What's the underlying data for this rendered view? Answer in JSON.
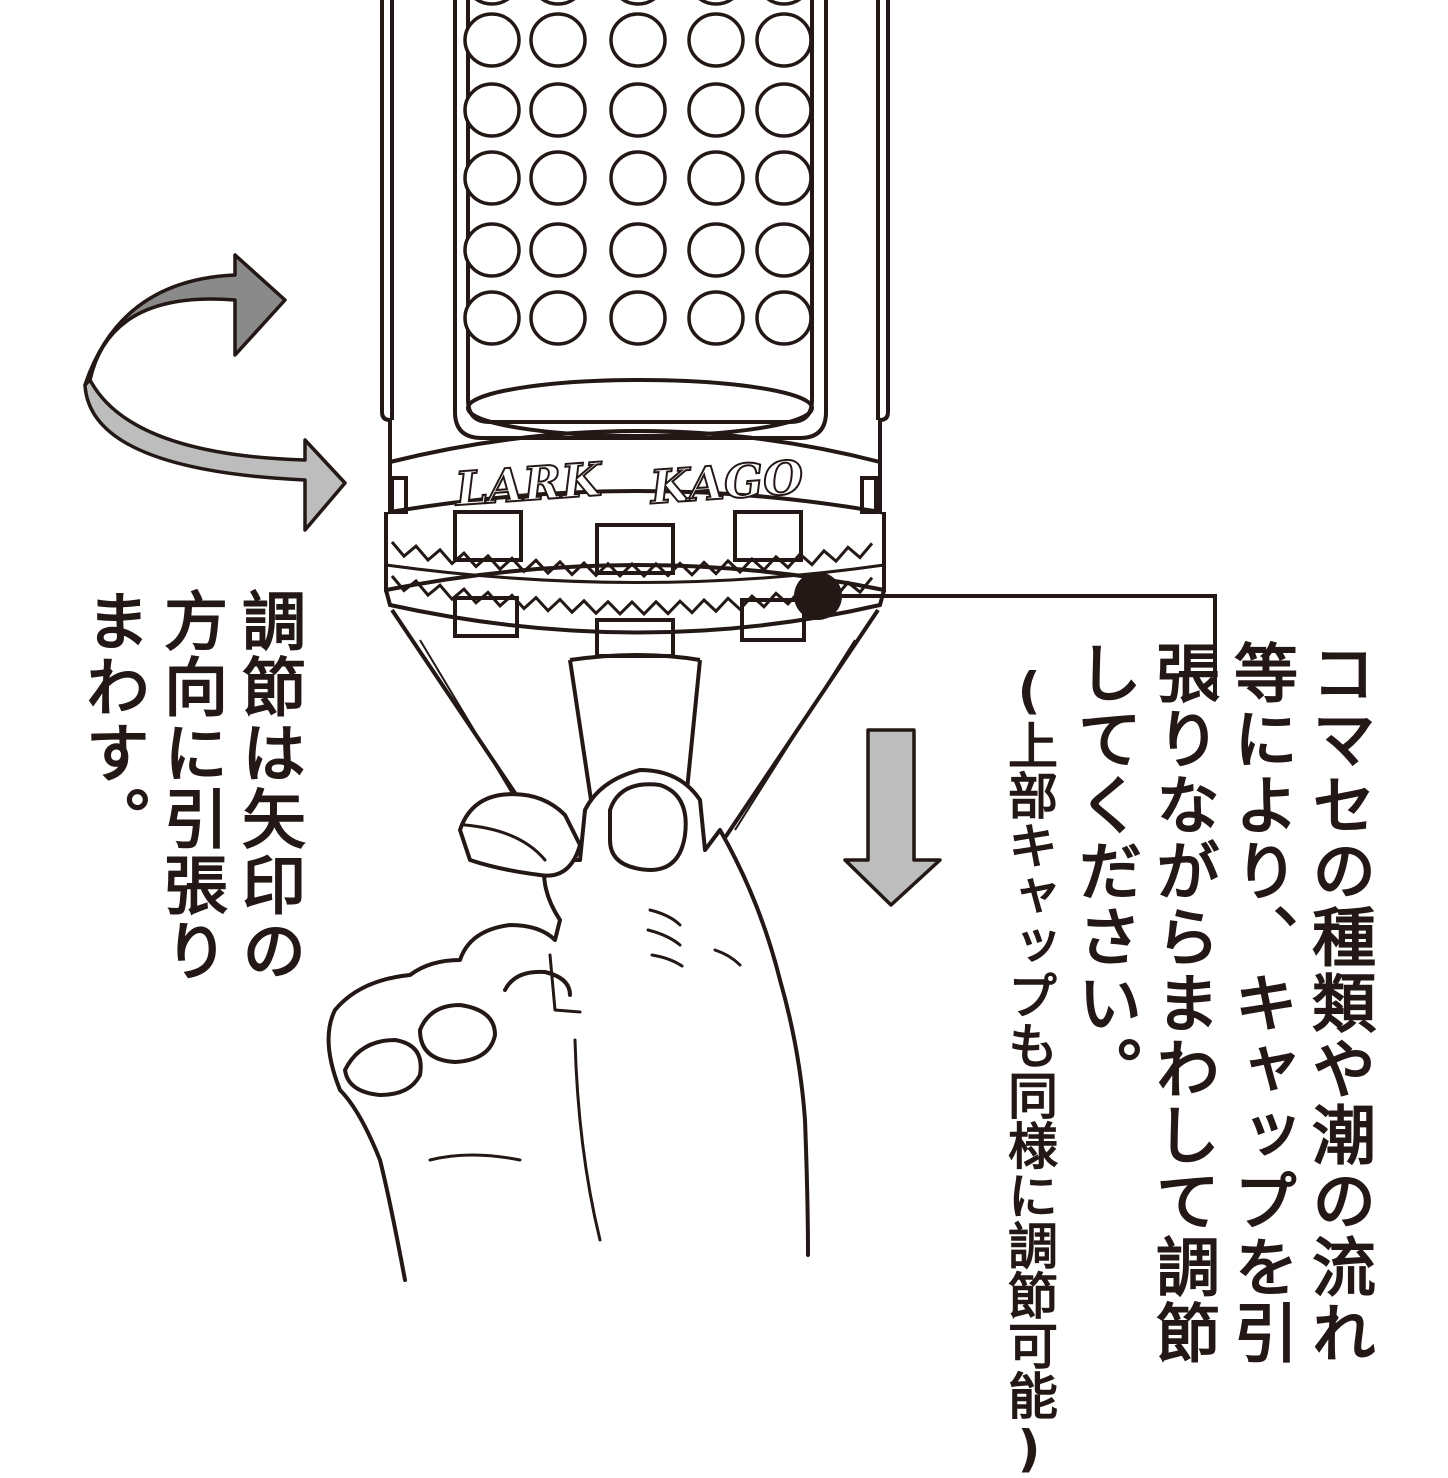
{
  "colors": {
    "ink": "#231815",
    "arrow_dark": "#8a8a8a",
    "arrow_light": "#bdbdbd",
    "paper": "#ffffff"
  },
  "brand": {
    "word1": "LARK",
    "word2": "KAGO"
  },
  "left_note": {
    "lines": [
      "調節は矢印の",
      "方向に引張り",
      "まわす。"
    ]
  },
  "right_note": {
    "lines": [
      "コマセの種類や潮の流れ",
      "等により、キャップを引",
      "張りながらまわして調節",
      "してください。"
    ],
    "sub": "(上部キャップも同様に調節可能)"
  },
  "icons": {
    "rotate": "rotate-arrow-icon",
    "pull": "down-arrow-icon",
    "marker": "marker-dot-icon"
  }
}
